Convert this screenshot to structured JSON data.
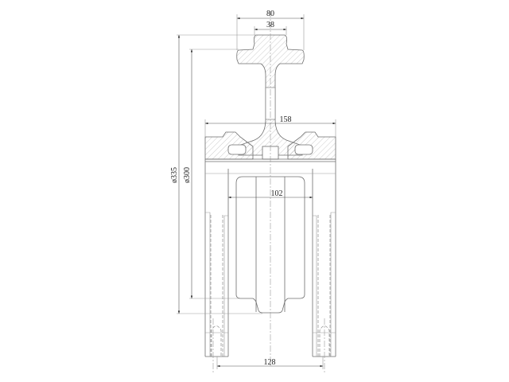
{
  "drawing": {
    "dimensions": {
      "rail_head_width": "80",
      "rail_top_width": "38",
      "wheel_body_width": "158",
      "wheel_gap_width": "102",
      "leg_spacing": "128",
      "outer_diameter": "ø335",
      "tread_diameter": "ø300"
    }
  }
}
